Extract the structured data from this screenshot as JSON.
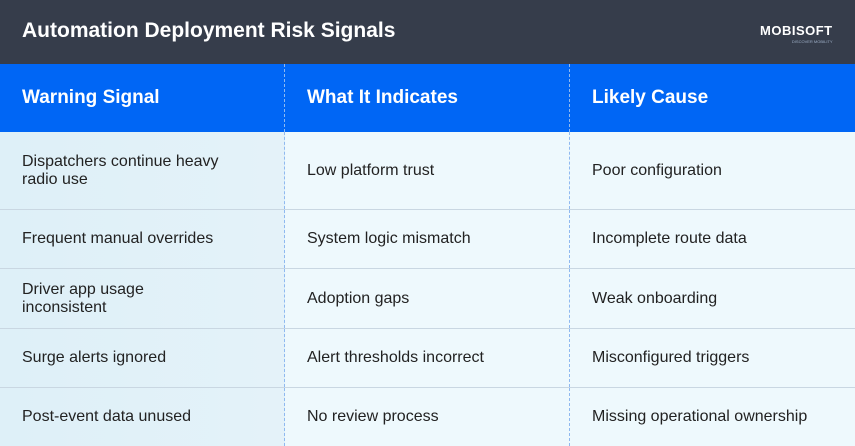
{
  "header": {
    "title": "Automation Deployment Risk Signals",
    "logo_text": "MOBISOFT",
    "logo_tagline": "DISCOVER MOBILITY"
  },
  "colors": {
    "header_bg": "#363d4b",
    "column_header_bg": "#0066f5",
    "first_col_bg": "#def0f8",
    "cell_bg": "#eef9fd"
  },
  "table": {
    "columns": [
      "Warning Signal",
      "What It Indicates",
      "Likely Cause"
    ],
    "rows": [
      [
        "Dispatchers continue heavy radio use",
        "Low platform trust",
        "Poor configuration"
      ],
      [
        "Frequent manual overrides",
        "System logic mismatch",
        "Incomplete route data"
      ],
      [
        "Driver app usage inconsistent",
        "Adoption gaps",
        "Weak onboarding"
      ],
      [
        "Surge alerts ignored",
        "Alert thresholds incorrect",
        "Misconfigured triggers"
      ],
      [
        "Post-event data unused",
        "No review process",
        "Missing operational ownership"
      ]
    ]
  }
}
